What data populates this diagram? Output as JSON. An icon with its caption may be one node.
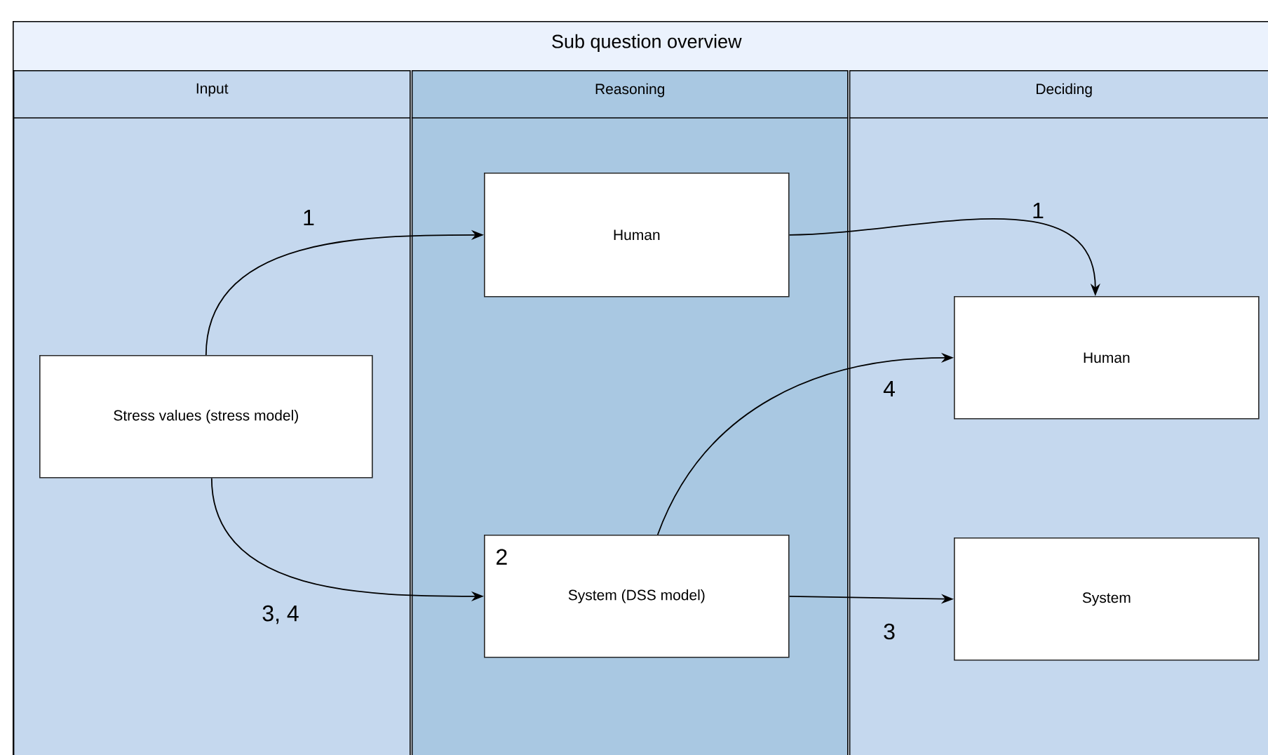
{
  "diagram": {
    "nodes": [
      {
        "text": [
          "Sub question overview"
        ]
      },
      {
        "text": [
          "Input"
        ],
        "in": 0
      },
      {
        "text": [
          "Reasoning"
        ],
        "in": 0
      },
      {
        "text": [
          "Deciding"
        ],
        "in": 0
      },
      {
        "text": [
          "Stress values (stress model)"
        ],
        "in": 1
      },
      {
        "text": [
          "Human"
        ],
        "in": 2
      },
      {
        "text": [
          "2",
          "System (DSS model)"
        ],
        "in": 2
      },
      {
        "text": [
          "Human"
        ],
        "in": 3
      },
      {
        "text": [
          "System"
        ],
        "in": 3
      }
    ],
    "edges": [
      {
        "from": 4,
        "to": 5,
        "arrow": "to",
        "label": "1"
      },
      {
        "from": 5,
        "to": 7,
        "arrow": "to",
        "label": "1"
      },
      {
        "from": 4,
        "to": 6,
        "arrow": "to",
        "label": "3, 4"
      },
      {
        "from": 6,
        "to": 7,
        "arrow": "to",
        "label": "4"
      },
      {
        "from": 6,
        "to": 8,
        "arrow": "to",
        "label": "3"
      }
    ]
  }
}
